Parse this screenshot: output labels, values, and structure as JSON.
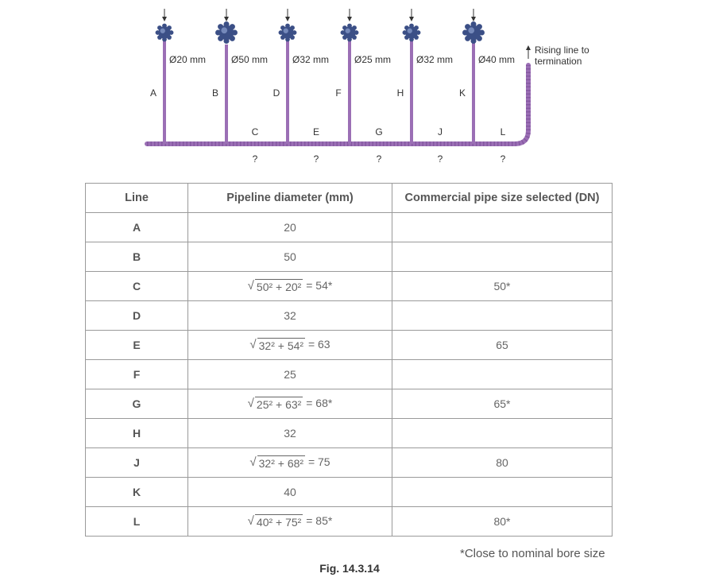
{
  "diagram": {
    "branches": [
      {
        "letter": "A",
        "diameter": "Ø20 mm"
      },
      {
        "letter": "B",
        "diameter": "Ø50 mm"
      },
      {
        "letter": "D",
        "diameter": "Ø32 mm"
      },
      {
        "letter": "F",
        "diameter": "Ø25 mm"
      },
      {
        "letter": "H",
        "diameter": "Ø32 mm"
      },
      {
        "letter": "K",
        "diameter": "Ø40 mm"
      }
    ],
    "segments": [
      {
        "letter": "C",
        "mark": "?"
      },
      {
        "letter": "E",
        "mark": "?"
      },
      {
        "letter": "G",
        "mark": "?"
      },
      {
        "letter": "J",
        "mark": "?"
      },
      {
        "letter": "L",
        "mark": "?"
      }
    ],
    "rising_line_line1": "Rising line to",
    "rising_line_line2": "termination",
    "pipe_color": "#9b6fb5",
    "outlet_color": "#3b4f86"
  },
  "table": {
    "headers": [
      "Line",
      "Pipeline diameter (mm)",
      "Commercial pipe size selected (DN)"
    ],
    "rows": [
      {
        "line": "A",
        "diameter": "20",
        "dn": ""
      },
      {
        "line": "B",
        "diameter": "50",
        "dn": ""
      },
      {
        "line": "C",
        "sqrt_expr": "50² + 20²",
        "result": " = 54*",
        "dn": "50*"
      },
      {
        "line": "D",
        "diameter": "32",
        "dn": ""
      },
      {
        "line": "E",
        "sqrt_expr": "32² + 54²",
        "result": " = 63",
        "dn": "65"
      },
      {
        "line": "F",
        "diameter": "25",
        "dn": ""
      },
      {
        "line": "G",
        "sqrt_expr": "25² + 63²",
        "result": " = 68*",
        "dn": "65*"
      },
      {
        "line": "H",
        "diameter": "32",
        "dn": ""
      },
      {
        "line": "J",
        "sqrt_expr": "32² + 68²",
        "result": " = 75",
        "dn": "80"
      },
      {
        "line": "K",
        "diameter": "40",
        "dn": ""
      },
      {
        "line": "L",
        "sqrt_expr": "40² + 75²",
        "result": " = 85*",
        "dn": "80*"
      }
    ]
  },
  "note": "*Close to nominal bore size",
  "caption": "Fig. 14.3.14"
}
